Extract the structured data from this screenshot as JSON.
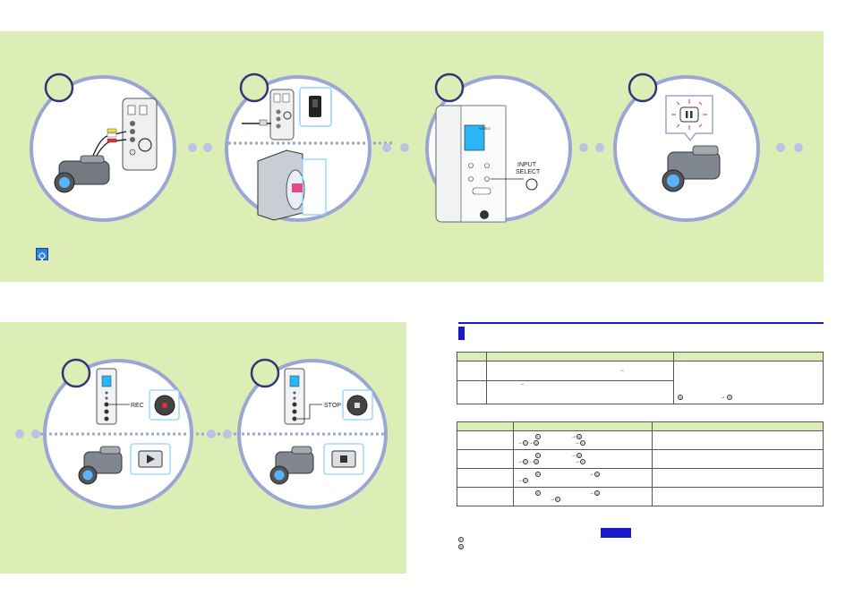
{
  "labels": {
    "video": "VIDEO",
    "input_select_line1": "INPUT",
    "input_select_line2": "SELECT",
    "rec": "REC",
    "stop": "STOP"
  },
  "icons": {
    "hint": "lightbulb-icon",
    "record": "record-button-icon",
    "stop": "stop-button-icon",
    "play": "play-button-icon",
    "pause": "pause-button-icon",
    "arrow": "arrow-right-icon",
    "fine_mode": "circled-f-icon",
    "standard_mode": "circled-s-icon"
  },
  "glyphs": {
    "arrow": "→",
    "f": "Ⓕ",
    "s": "Ⓢ"
  },
  "colors": {
    "panel": "#dcedb6",
    "circle_border": "#9aa6d4",
    "accent_blue": "#1a1acc",
    "lcd": "#29b6f6",
    "pause_blink": "#e4488c",
    "record_red": "#e0303f"
  }
}
